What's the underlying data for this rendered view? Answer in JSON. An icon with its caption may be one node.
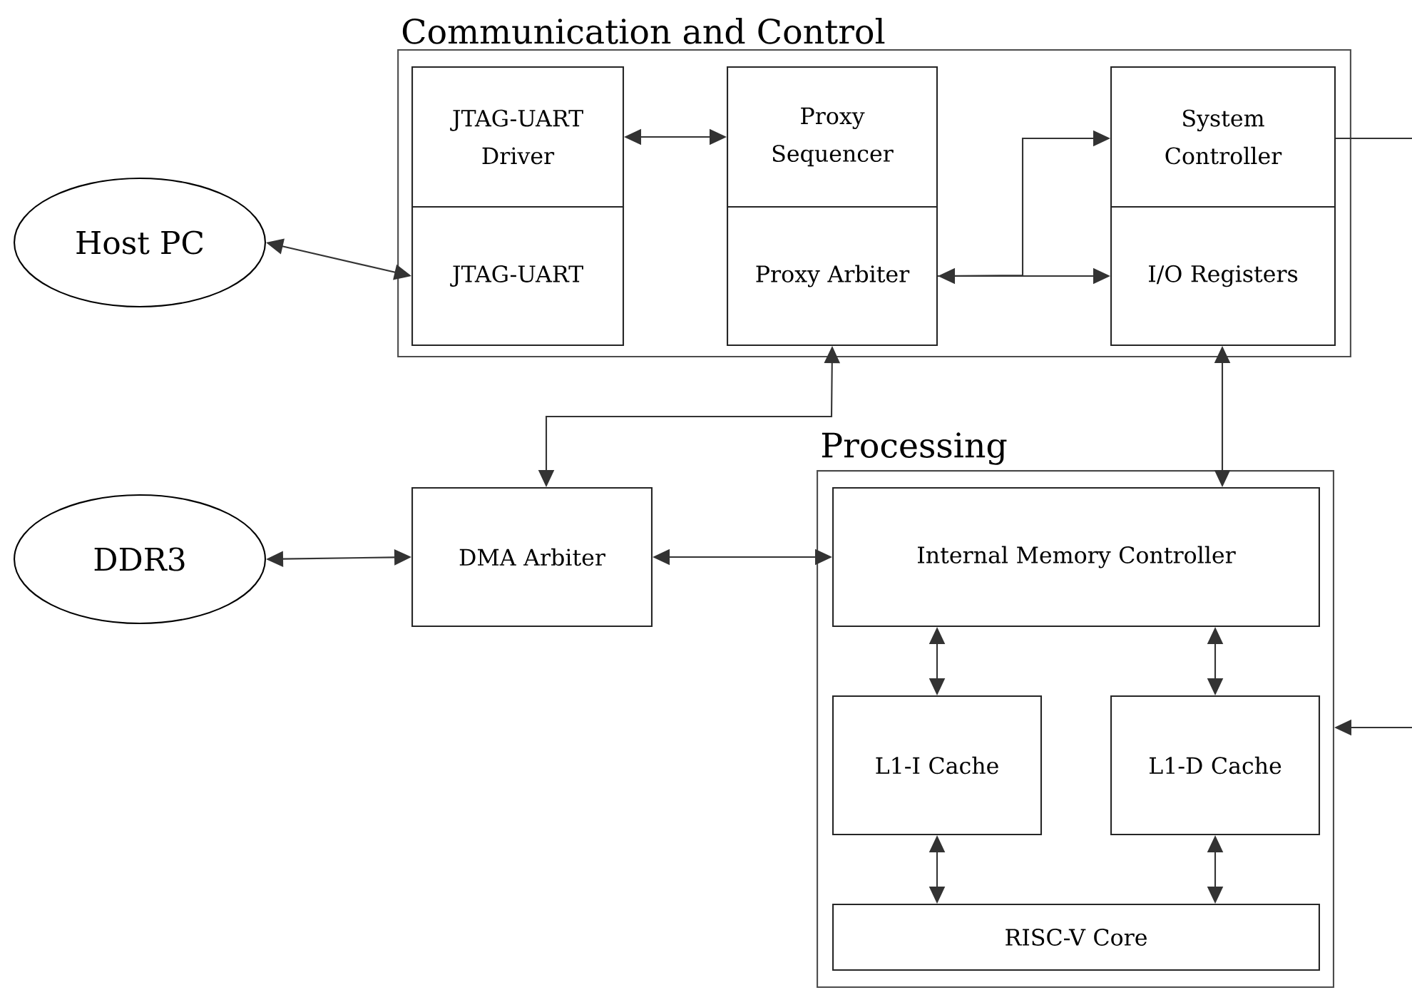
{
  "diagram": {
    "nodes": [
      {
        "text": [
          "Communication and Control"
        ]
      },
      {
        "text": [
          "JTAG-UART Driver"
        ],
        "in": 0
      },
      {
        "text": [
          "JTAG-UART"
        ],
        "in": 0
      },
      {
        "text": [
          "Proxy Sequencer"
        ],
        "in": 0
      },
      {
        "text": [
          "Proxy Arbiter"
        ],
        "in": 0
      },
      {
        "text": [
          "System Controller"
        ],
        "in": 0
      },
      {
        "text": [
          "I/O Registers"
        ],
        "in": 0
      },
      {
        "text": [
          "Host PC"
        ]
      },
      {
        "text": [
          "DDR3"
        ]
      },
      {
        "text": [
          "DMA Arbiter"
        ]
      },
      {
        "text": [
          "Processing"
        ]
      },
      {
        "text": [
          "Internal Memory Controller"
        ],
        "in": 10
      },
      {
        "text": [
          "L1-I Cache"
        ],
        "in": 10
      },
      {
        "text": [
          "L1-D Cache"
        ],
        "in": 10
      },
      {
        "text": [
          "RISC-V Core"
        ],
        "in": 10
      }
    ],
    "edges": [
      {
        "from": 7,
        "to": 2,
        "arrow": "both"
      },
      {
        "from": 1,
        "to": 3,
        "arrow": "both"
      },
      {
        "from": 4,
        "to": 5,
        "arrow": "to"
      },
      {
        "from": 4,
        "to": 6,
        "arrow": "both"
      },
      {
        "from": 4,
        "to": 9,
        "arrow": "both"
      },
      {
        "from": 6,
        "to": 11,
        "arrow": "both"
      },
      {
        "from": 8,
        "to": 9,
        "arrow": "both"
      },
      {
        "from": 9,
        "to": 11,
        "arrow": "both"
      },
      {
        "from": 11,
        "to": 12,
        "arrow": "both"
      },
      {
        "from": 11,
        "to": 13,
        "arrow": "both"
      },
      {
        "from": 12,
        "to": 14,
        "arrow": "both"
      },
      {
        "from": 13,
        "to": 14,
        "arrow": "both"
      },
      {
        "from": 5,
        "to": null,
        "arrow": "none"
      },
      {
        "from": null,
        "to": 10,
        "arrow": "to"
      }
    ]
  }
}
